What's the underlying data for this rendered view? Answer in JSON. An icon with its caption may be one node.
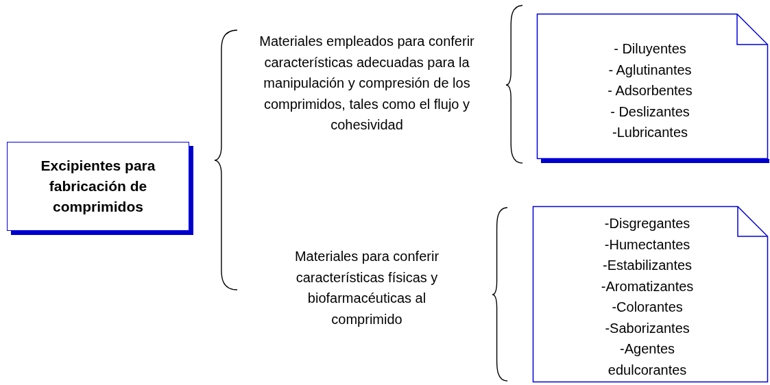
{
  "diagram": {
    "nodes": [
      {
        "text": [
          "Excipientes para fabricación de comprimidos"
        ]
      },
      {
        "text": [
          "- Diluyentes",
          "- Aglutinantes",
          "- Adsorbentes",
          "- Deslizantes",
          "-Lubricantes"
        ]
      },
      {
        "text": [
          "-Disgregantes",
          "-Humectantes",
          "-Estabilizantes",
          "-Aromatizantes",
          "-Colorantes",
          "-Saborizantes",
          "-Agentes edulcorantes"
        ]
      }
    ],
    "labels": [
      "Materiales empleados para conferir características adecuadas para la manipulación y compresión de los comprimidos, tales como el flujo y cohesividad",
      "Materiales para conferir características físicas y biofarmacéuticas al comprimido"
    ]
  }
}
